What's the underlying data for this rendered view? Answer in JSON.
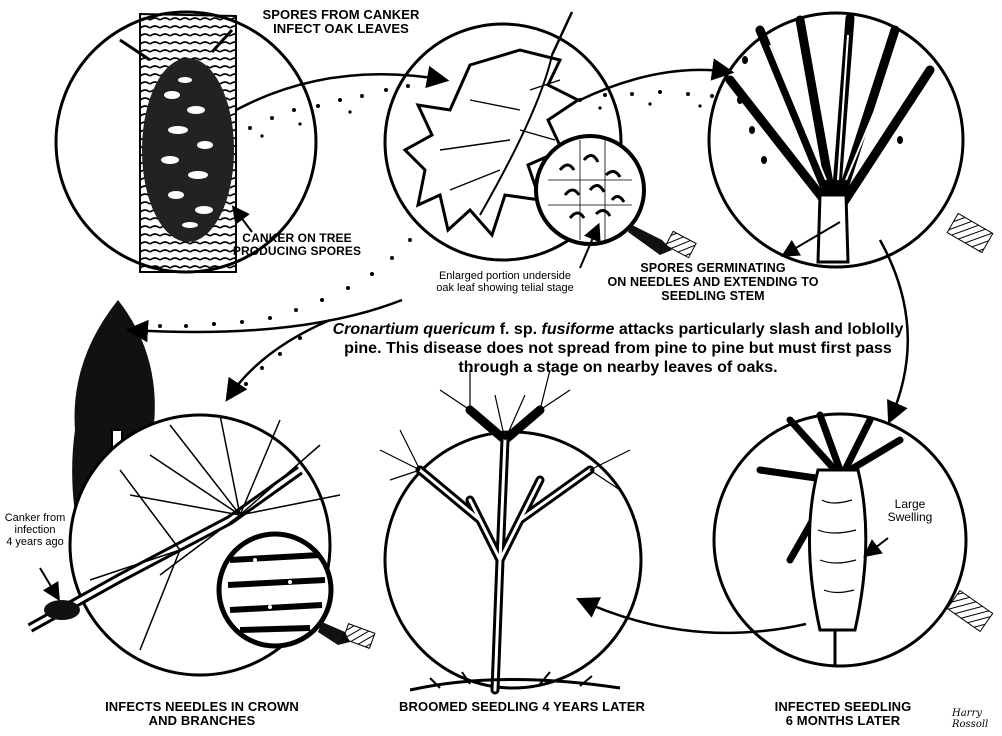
{
  "labels": {
    "spores_from_canker": "SPORES FROM CANKER\nINFECT OAK LEAVES",
    "canker_on_tree": "CANKER ON TREE\nPRODUCING SPORES",
    "enlarged_portion": "Enlarged portion underside\noak leaf showing telial stage",
    "spores_germinating": "SPORES GERMINATING\nON NEEDLES AND EXTENDING TO\nSEEDLING STEM",
    "canker_from_infection": "Canker from\ninfection\n4 years ago",
    "large_swelling": "Large\nSwelling",
    "infects_needles": "INFECTS NEEDLES IN CROWN\nAND BRANCHES",
    "broomed_seedling": "BROOMED SEEDLING 4 YEARS LATER",
    "infected_seedling": "INFECTED SEEDLING\n6 MONTHS LATER"
  },
  "description": {
    "species_genus": "Cronartium quericum",
    "species_fsp": " f. sp. ",
    "species_form": "fusiforme",
    "rest": " attacks particularly slash and loblolly pine. This disease does not spread from pine to pine but must first pass through a stage on nearby leaves of oaks."
  },
  "signature": "Harry\nRossoll"
}
